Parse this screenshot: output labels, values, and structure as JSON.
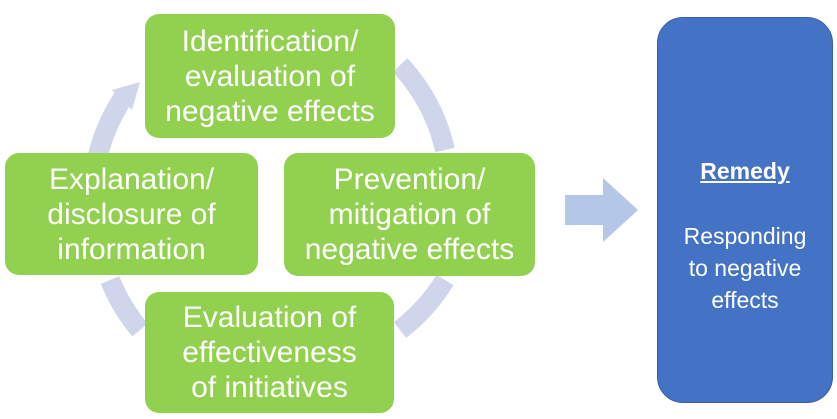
{
  "diagram": {
    "cycle_steps": [
      {
        "lines": [
          "Identification/",
          "evaluation of",
          "negative effects"
        ]
      },
      {
        "lines": [
          "Prevention/",
          "mitigation of",
          "negative effects"
        ]
      },
      {
        "lines": [
          "Evaluation of",
          "effectiveness",
          "of initiatives"
        ]
      },
      {
        "lines": [
          "Explanation/",
          "disclosure of",
          "information"
        ]
      }
    ],
    "remedy": {
      "title": "Remedy",
      "lines": [
        "Responding",
        "to negative",
        "effects"
      ]
    },
    "colors": {
      "step_fill": "#92d050",
      "cycle_arrow": "#cfd5ea",
      "flow_arrow": "#b4c7e7",
      "remedy_fill": "#4472c4",
      "text": "#ffffff"
    }
  }
}
